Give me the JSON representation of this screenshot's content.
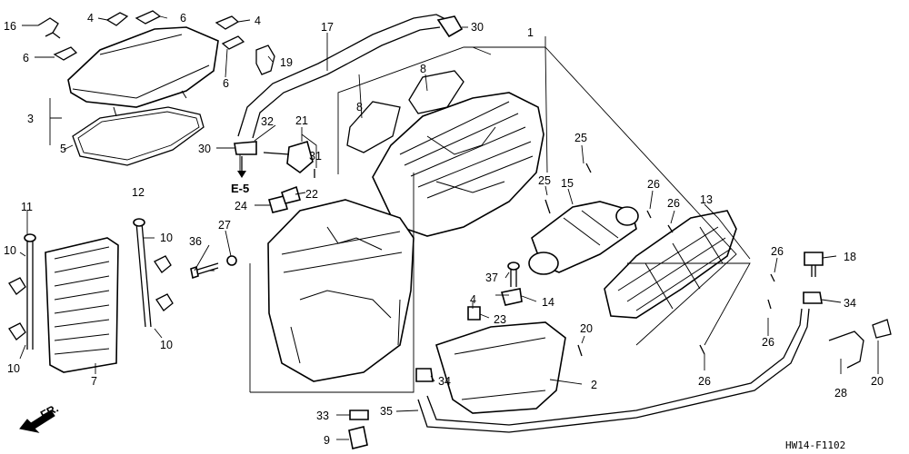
{
  "diagram": {
    "callouts": [
      "1",
      "2",
      "3",
      "4",
      "5",
      "6",
      "7",
      "8",
      "9",
      "10",
      "11",
      "12",
      "13",
      "14",
      "15",
      "16",
      "17",
      "18",
      "19",
      "20",
      "21",
      "22",
      "23",
      "24",
      "25",
      "26",
      "27",
      "28",
      "30",
      "31",
      "32",
      "33",
      "34",
      "35",
      "36",
      "37"
    ],
    "reference_label": "E-5",
    "direction_label": "FR.",
    "drawing_code": "HW14-F1102"
  }
}
